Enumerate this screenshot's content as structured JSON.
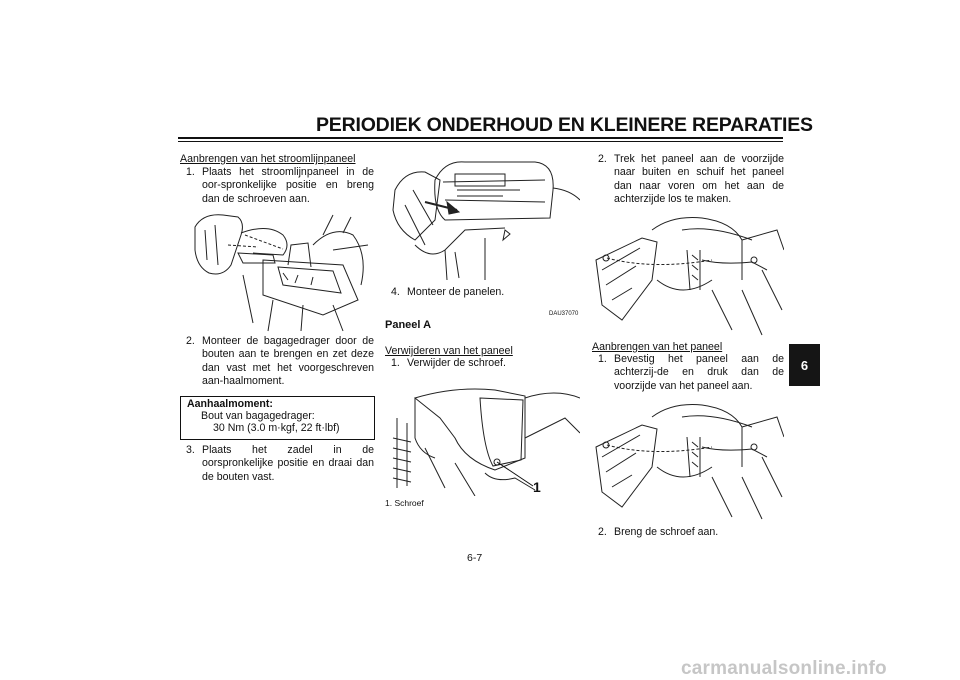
{
  "page_title": "PERIODIEK ONDERHOUD EN KLEINERE REPARATIES",
  "left": {
    "heading": "Aanbrengen van het stroomlijnpaneel",
    "step1": {
      "num": "1.",
      "text": "Plaats het stroomlijnpaneel in de oor-spronkelijke positie en breng dan de schroeven aan."
    },
    "step2": {
      "num": "2.",
      "text": "Monteer de bagagedrager door de bouten aan te brengen en zet deze dan vast met het voorgeschreven aan-haalmoment."
    },
    "torque": {
      "title": "Aanhaalmoment:",
      "label": "Bout van bagagedrager:",
      "value": "30 Nm (3.0 m·kgf, 22 ft·lbf)"
    },
    "step3": {
      "num": "3.",
      "text": "Plaats het zadel in de oorspronkelijke positie en draai dan de bouten vast."
    }
  },
  "middle": {
    "step4": {
      "num": "4.",
      "text": "Monteer de panelen."
    },
    "code": "DAU37070",
    "heading": "Paneel A",
    "subheading": "Verwijderen van het paneel",
    "step1": {
      "num": "1.",
      "text": "Verwijder de schroef."
    },
    "callout": "1",
    "caption": "1. Schroef"
  },
  "right": {
    "step2": {
      "num": "2.",
      "text": "Trek het paneel aan de voorzijde naar buiten en schuif het paneel dan naar voren om het aan de achterzijde los te maken."
    },
    "heading": "Aanbrengen van het paneel",
    "step1": {
      "num": "1.",
      "text": "Bevestig het paneel aan de achterzij-de en druk dan de voorzijde van het paneel aan."
    },
    "step2b": {
      "num": "2.",
      "text": "Breng de schroef aan."
    }
  },
  "chapter_tab": "6",
  "page_number": "6-7",
  "watermark": "carmanualsonline.info"
}
